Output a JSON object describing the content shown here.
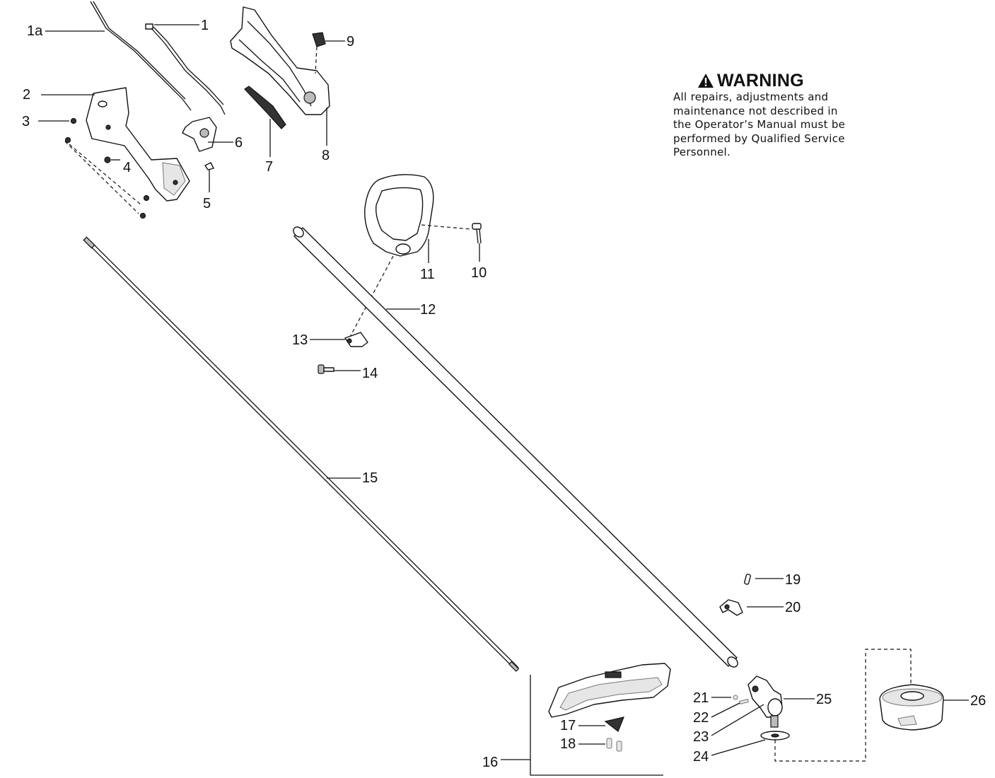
{
  "warning": {
    "title": "WARNING",
    "body": "All repairs, adjustments and\nmaintenance not described in\nthe Operator’s Manual must be\nperformed by Qualified Service\nPersonnel.",
    "icon": "warning-triangle-icon"
  },
  "callouts": {
    "c1a": "1a",
    "c1": "1",
    "c2": "2",
    "c3": "3",
    "c4": "4",
    "c5": "5",
    "c6": "6",
    "c7": "7",
    "c8": "8",
    "c9": "9",
    "c10": "10",
    "c11": "11",
    "c12": "12",
    "c13": "13",
    "c14": "14",
    "c15": "15",
    "c16": "16",
    "c17": "17",
    "c18": "18",
    "c19": "19",
    "c20": "20",
    "c21": "21",
    "c22": "22",
    "c23": "23",
    "c24": "24",
    "c25": "25",
    "c26": "26"
  }
}
